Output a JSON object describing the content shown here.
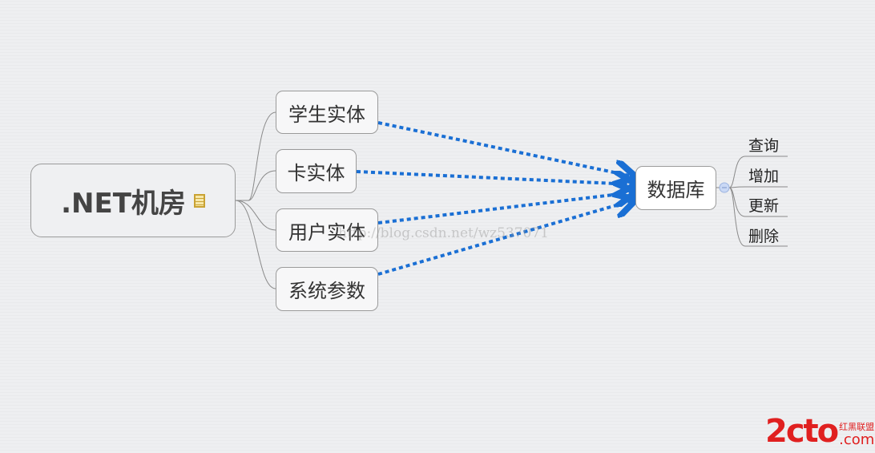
{
  "root": {
    "label": ".NET机房",
    "icon": "note-icon"
  },
  "children": [
    {
      "label": "学生实体"
    },
    {
      "label": "卡实体"
    },
    {
      "label": "用户实体"
    },
    {
      "label": "系统参数"
    }
  ],
  "target": {
    "label": "数据库",
    "collapse_icon": "minus-circle-icon"
  },
  "leaves": [
    {
      "label": "查询"
    },
    {
      "label": "增加"
    },
    {
      "label": "更新"
    },
    {
      "label": "删除"
    }
  ],
  "watermark": "http://blog.csdn.net/wz537071",
  "logo": {
    "main": "2cto",
    "tag": "红黑联盟",
    "suffix": ".com"
  },
  "colors": {
    "arrow": "#1a6fd4",
    "logo": "#e02020"
  }
}
